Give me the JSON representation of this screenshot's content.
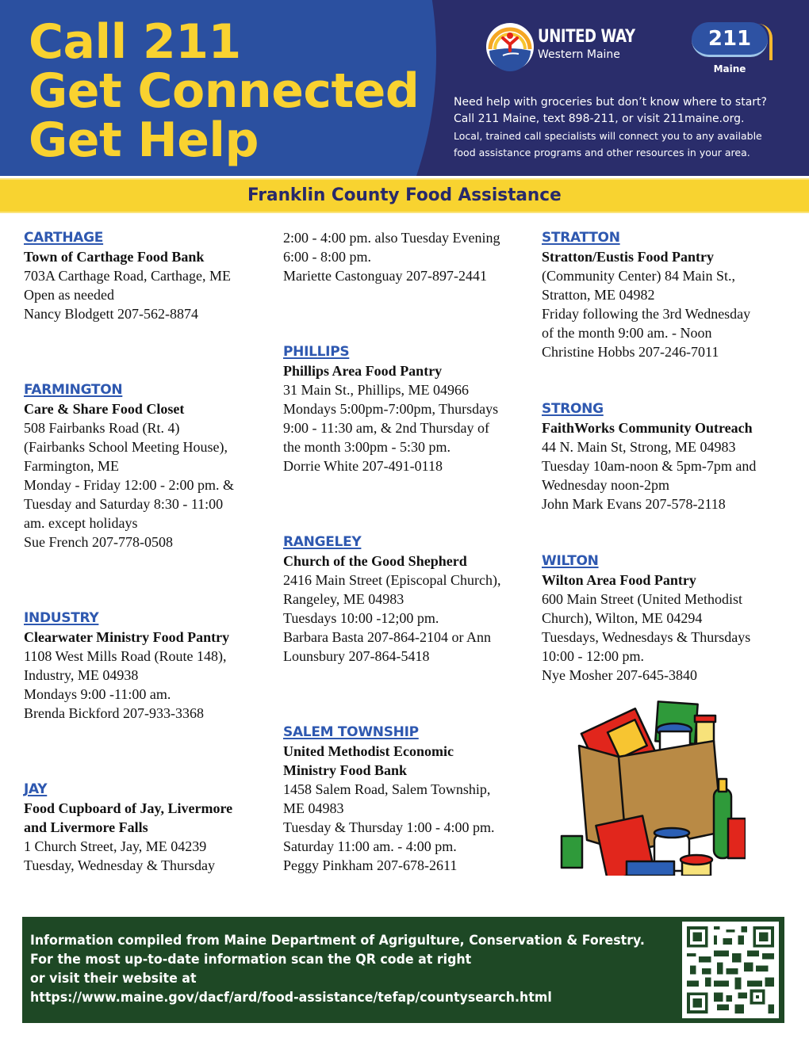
{
  "header": {
    "headline": [
      "Call 211",
      "Get Connected",
      "Get Help"
    ],
    "united_way": {
      "name": "UNITED WAY",
      "region": "Western Maine"
    },
    "badge": {
      "number": "211",
      "label": "Maine"
    },
    "help_lines": [
      "Need help with groceries but don’t know where to start?",
      "Call 211 Maine, text 898-211, or visit 211maine.org."
    ],
    "help_small": [
      "Local, trained call specialists will connect you to any available",
      "food assistance programs and other resources in your area."
    ],
    "colors": {
      "yellow": "#f9d230",
      "blue": "#2b50a0",
      "navy": "#2a2d6b"
    }
  },
  "banner": {
    "title": "Franklin County Food Assistance"
  },
  "entries": {
    "carthage": {
      "town": "CARTHAGE",
      "org": [
        "Town of Carthage Food Bank"
      ],
      "lines": [
        "703A Carthage Road, Carthage, ME",
        "Open as needed",
        "Nancy Blodgett 207-562-8874"
      ]
    },
    "farmington": {
      "town": "FARMINGTON",
      "org": [
        "Care & Share Food Closet"
      ],
      "lines": [
        "508 Fairbanks Road (Rt. 4)",
        "(Fairbanks School Meeting House),",
        "Farmington, ME",
        "Monday - Friday 12:00 - 2:00 pm. &",
        "Tuesday and Saturday 8:30 - 11:00",
        "am. except holidays",
        "Sue French 207-778-0508"
      ]
    },
    "industry": {
      "town": "INDUSTRY",
      "org": [
        "Clearwater Ministry Food Pantry"
      ],
      "lines": [
        "1108 West Mills Road (Route 148),",
        "Industry, ME 04938",
        "Mondays 9:00 -11:00 am.",
        "Brenda Bickford 207-933-3368"
      ]
    },
    "jay": {
      "town": "JAY",
      "org": [
        "Food Cupboard of Jay, Livermore",
        "and Livermore Falls"
      ],
      "lines": [
        "1 Church Street, Jay, ME 04239",
        "Tuesday, Wednesday & Thursday"
      ],
      "continued_lines": [
        "2:00 - 4:00 pm. also Tuesday Evening",
        "6:00 - 8:00 pm.",
        "Mariette Castonguay 207-897-2441"
      ]
    },
    "phillips": {
      "town": "PHILLIPS",
      "org": [
        "Phillips Area Food Pantry"
      ],
      "lines": [
        "31 Main St., Phillips, ME 04966",
        "Mondays 5:00pm-7:00pm, Thursdays",
        "9:00 - 11:30 am, & 2nd Thursday of",
        "the month 3:00pm - 5:30 pm.",
        "Dorrie White 207-491-0118"
      ]
    },
    "rangeley": {
      "town": "RANGELEY",
      "org": [
        "Church of the Good Shepherd"
      ],
      "lines": [
        "2416 Main Street (Episcopal Church),",
        "Rangeley, ME 04983",
        "Tuesdays 10:00 -12;00 pm.",
        "Barbara Basta 207-864-2104 or Ann",
        "Lounsbury 207-864-5418"
      ]
    },
    "salem": {
      "town": "SALEM TOWNSHIP",
      "org": [
        "United Methodist Economic",
        "Ministry Food Bank"
      ],
      "lines": [
        "1458 Salem Road, Salem Township,",
        "ME 04983",
        "Tuesday & Thursday 1:00 - 4:00 pm.",
        "Saturday 11:00 am. - 4:00 pm.",
        "Peggy Pinkham 207-678-2611"
      ]
    },
    "stratton": {
      "town": "STRATTON",
      "org": [
        "Stratton/Eustis Food Pantry"
      ],
      "lines": [
        "(Community Center) 84 Main St.,",
        "Stratton, ME 04982",
        "Friday following the 3rd Wednesday",
        "of the month 9:00 am. - Noon",
        "Christine Hobbs 207-246-7011"
      ]
    },
    "strong": {
      "town": "STRONG",
      "org": [
        "FaithWorks Community Outreach"
      ],
      "lines": [
        "44 N. Main St, Strong, ME 04983",
        "Tuesday 10am-noon & 5pm-7pm and",
        "Wednesday noon-2pm",
        "John Mark Evans 207-578-2118"
      ]
    },
    "wilton": {
      "town": "WILTON",
      "org": [
        "Wilton Area Food Pantry"
      ],
      "lines": [
        "600 Main Street (United Methodist",
        "Church), Wilton, ME 04294",
        "Tuesdays, Wednesdays & Thursdays",
        "10:00 - 12:00 pm.",
        "Nye Mosher 207-645-3840"
      ]
    }
  },
  "footer": {
    "lines": [
      "Information compiled from Maine Department of Agrigulture, Conservation & Forestry.",
      "For the most up-to-date information scan the QR code at right",
      "or visit their website at",
      "https://www.maine.gov/dacf/ard/food-assistance/tefap/countysearch.html"
    ],
    "color": "#1e4825"
  }
}
